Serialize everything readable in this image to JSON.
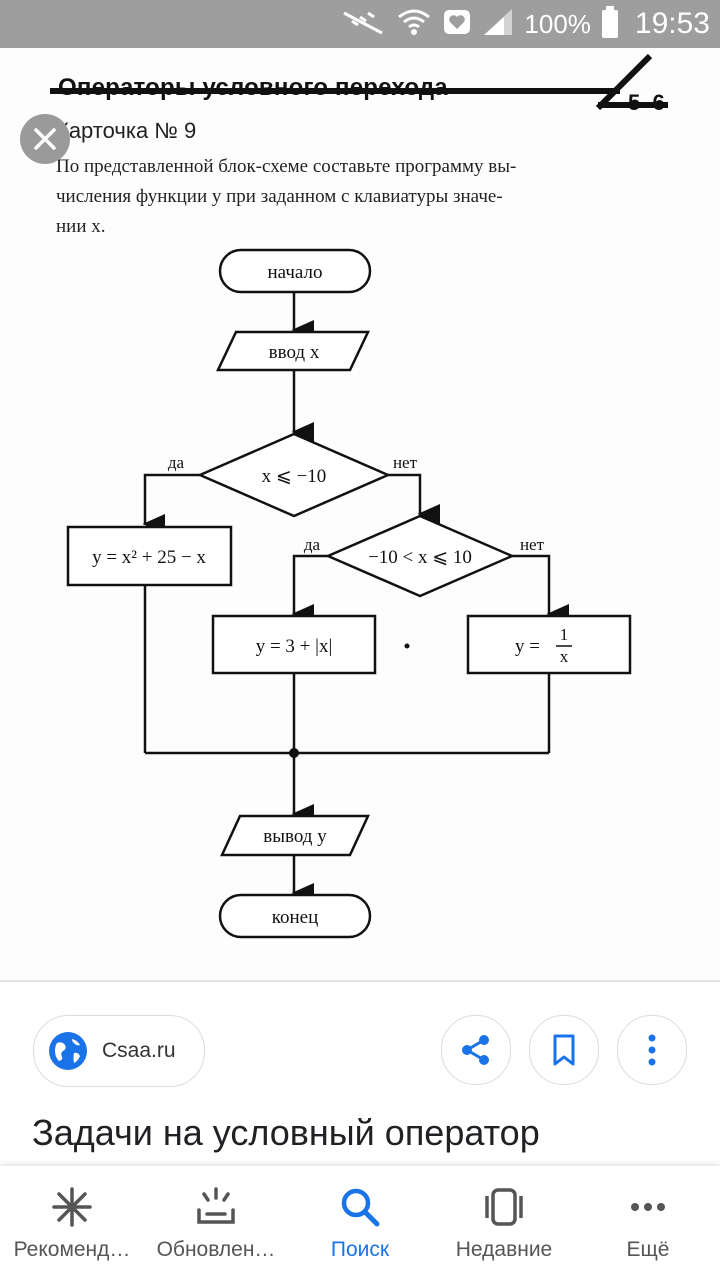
{
  "status_bar": {
    "battery_percent": "100%",
    "time": "19:53",
    "icons": [
      "mute-icon",
      "wifi-icon",
      "heart-icon",
      "signal-icon",
      "battery-icon"
    ]
  },
  "viewer": {
    "close_icon": "close-icon",
    "section_title": "Операторы условного перехода",
    "page_ref": "5–6",
    "card_title": "Карточка № 9",
    "task_lines": [
      "По представленной блок-схеме составьте программу вы-",
      "числения функции y при заданном с клавиатуры значе-",
      "нии x."
    ],
    "flowchart": {
      "start": "начало",
      "input": "ввод x",
      "cond1": "x ⩽ −10",
      "cond1_yes": "да",
      "cond1_no": "нет",
      "cond2": "−10 < x ⩽ 10",
      "cond2_yes": "да",
      "cond2_no": "нет",
      "branch1": "y = x² + 25 − x",
      "branch2": "y = 3 + |x|",
      "branch3_lhs": "y =",
      "branch3_num": "1",
      "branch3_den": "x",
      "output": "вывод y",
      "end": "конец"
    }
  },
  "source": {
    "name": "Csaa.ru",
    "icon": "globe-icon"
  },
  "actions": [
    {
      "icon": "share-icon"
    },
    {
      "icon": "bookmark-icon"
    },
    {
      "icon": "more-vert-icon"
    }
  ],
  "result_title": "Задачи на условный оператор",
  "bottom_nav": [
    {
      "label": "Рекоменд…",
      "icon": "sparkle-icon"
    },
    {
      "label": "Обновлен…",
      "icon": "updates-icon"
    },
    {
      "label": "Поиск",
      "icon": "search-icon",
      "active": true
    },
    {
      "label": "Недавние",
      "icon": "recent-tabs-icon"
    },
    {
      "label": "Ещё",
      "icon": "more-horiz-icon"
    }
  ],
  "colors": {
    "status_bar": "#9e9e9e",
    "accent": "#1a73e8",
    "nav_inactive": "#555555"
  }
}
